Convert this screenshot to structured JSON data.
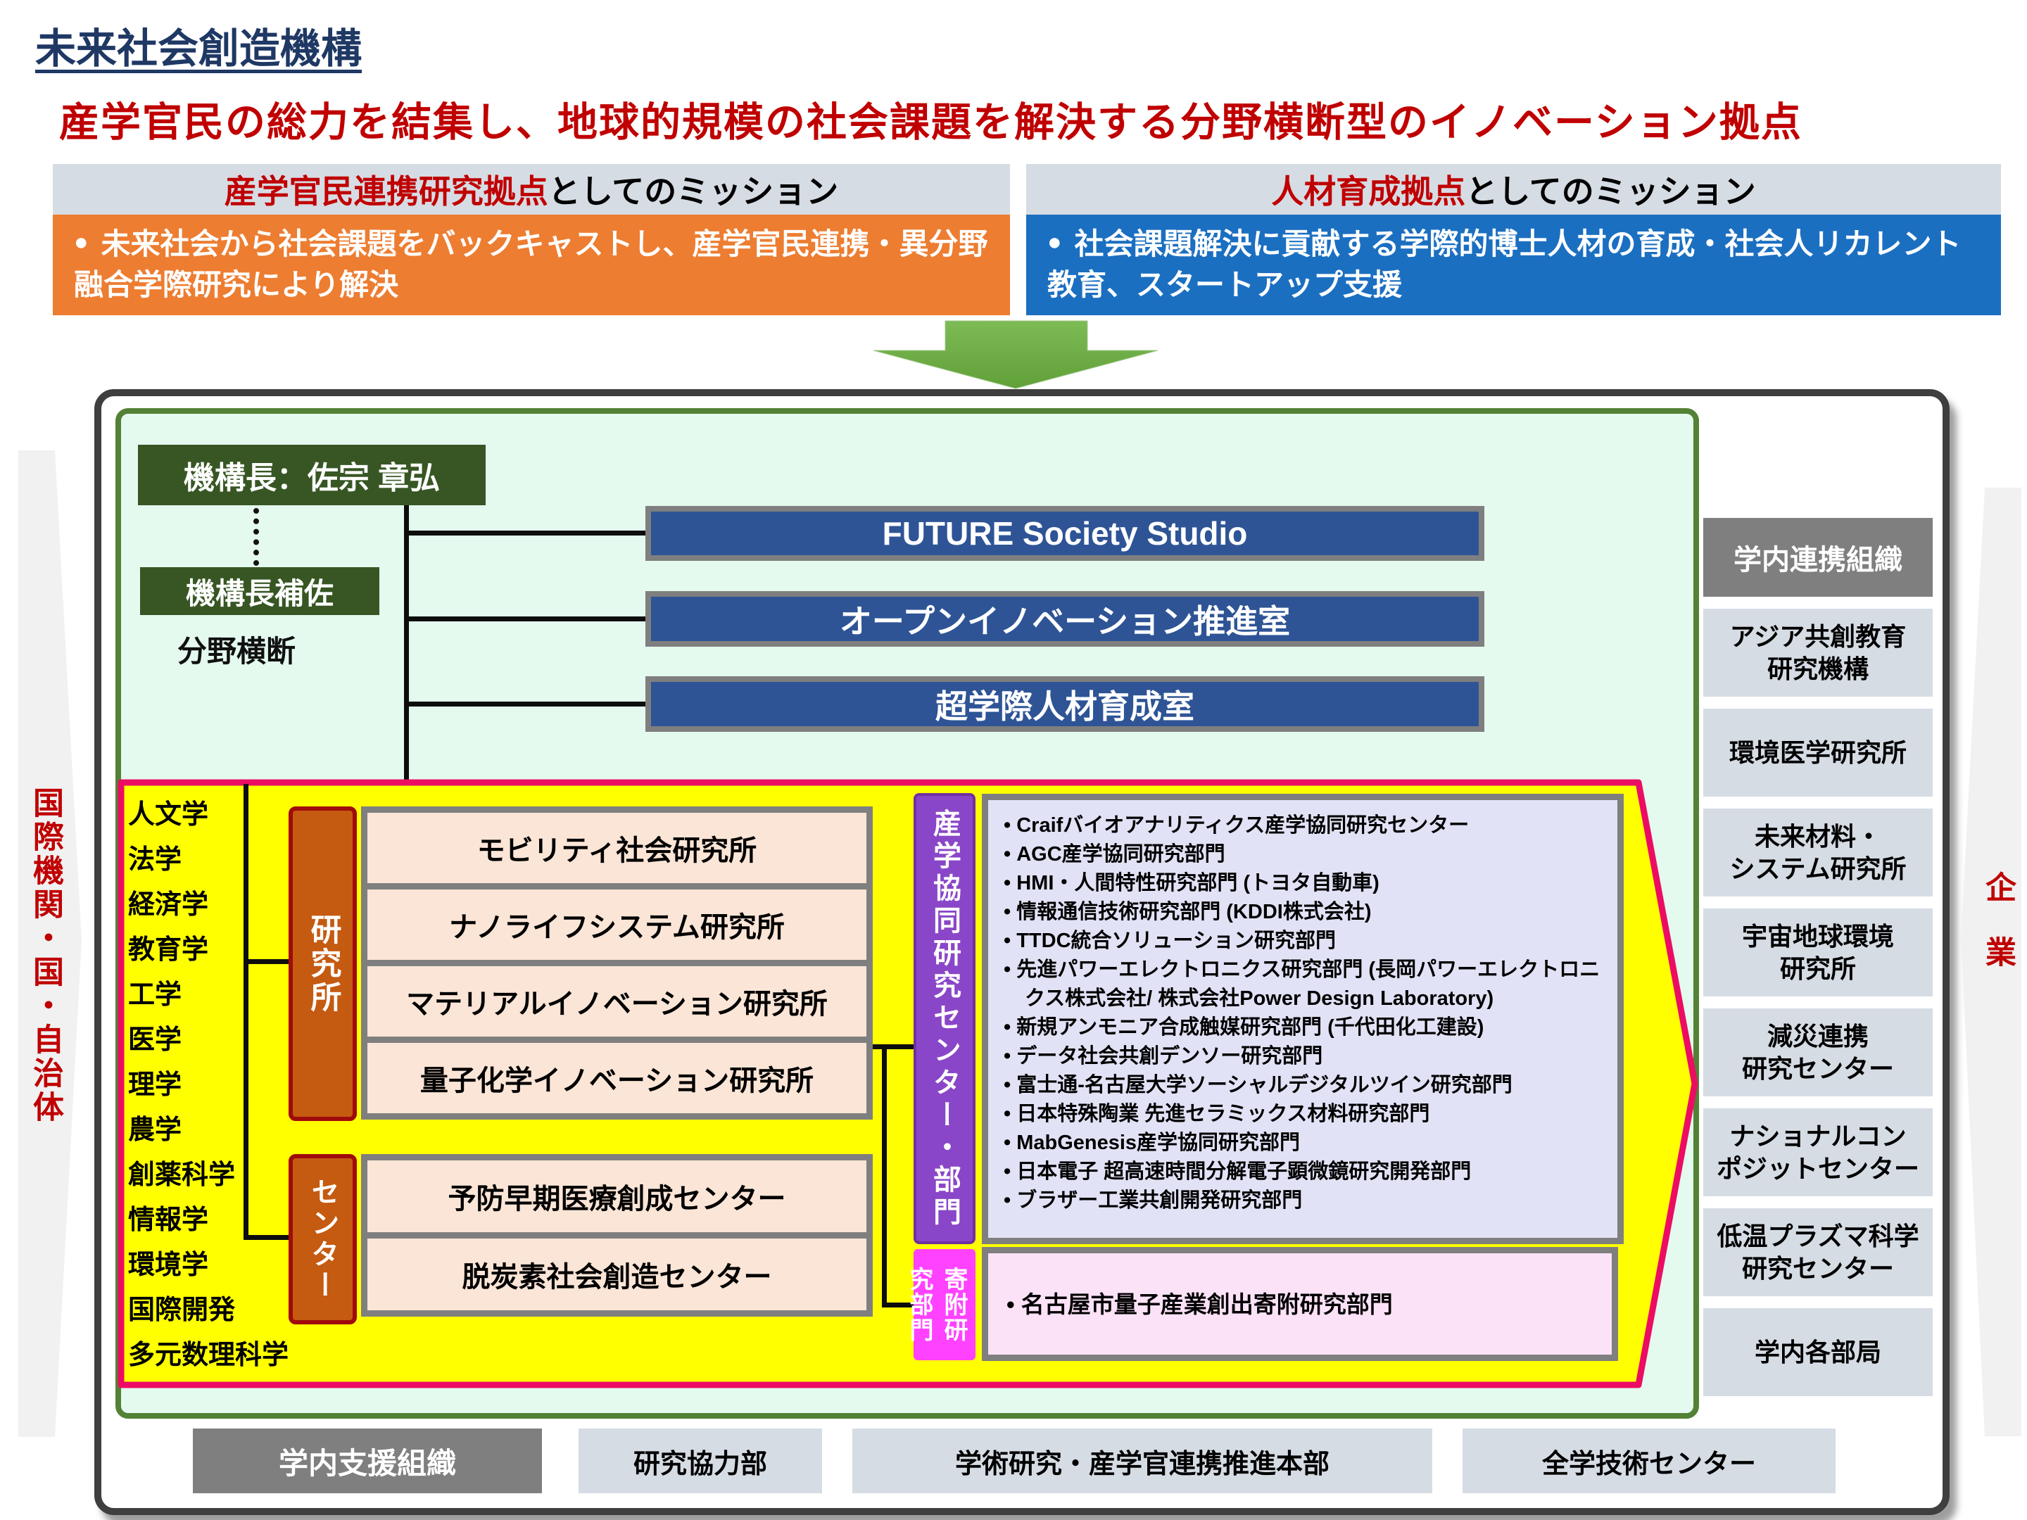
{
  "page": {
    "title": "未来社会創造機構",
    "subtitle": "産学官民の総力を結集し、地球的規模の社会課題を解決する分野横断型のイノベーション拠点"
  },
  "missions": {
    "research": {
      "header_highlight": "産学官民連携研究拠点",
      "header_rest": "としてのミッション",
      "bullet": "●",
      "body": "未来社会から社会課題をバックキャストし、産学官民連携・異分野融合学際研究により解決"
    },
    "talent": {
      "header_highlight": "人材育成拠点",
      "header_rest": "としてのミッション",
      "bullet": "●",
      "body": "社会課題解決に貢献する学際的博士人材の育成・社会人リカレント教育、スタートアップ支援"
    }
  },
  "org": {
    "director": "機構長：佐宗 章弘",
    "deputy": "機構長補佐",
    "cross_field": "分野横断",
    "offices": [
      "FUTURE Society Studio",
      "オープンイノベーション推進室",
      "超学際人材育成室"
    ],
    "disciplines": [
      "人文学",
      "法学",
      "経済学",
      "教育学",
      "工学",
      "医学",
      "理学",
      "農学",
      "創薬科学",
      "情報学",
      "環境学",
      "国際開発",
      "多元数理科学"
    ],
    "institutes_label": "研究所",
    "institutes": [
      "モビリティ社会研究所",
      "ナノライフシステム研究所",
      "マテリアルイノベーション研究所",
      "量子化学イノベーション研究所"
    ],
    "centers_label": "センター",
    "centers": [
      "予防早期医療創成センター",
      "脱炭素社会創造センター"
    ],
    "collab_label": "産学協同研究センター・部門",
    "collab_items": [
      "Craifバイオアナリティクス産学協同研究センター",
      "AGC産学協同研究部門",
      "HMI・人間特性研究部門 (トヨタ自動車)",
      "情報通信技術研究部門 (KDDI株式会社)",
      "TTDC統合ソリューション研究部門",
      "先進パワーエレクトロニクス研究部門 (長岡パワーエレクトロニクス株式会社/ 株式会社Power Design Laboratory)",
      "新規アンモニア合成触媒研究部門 (千代田化工建設)",
      "データ社会共創デンソー研究部門",
      "富士通-名古屋大学ソーシャルデジタルツイン研究部門",
      "日本特殊陶業 先進セラミックス材料研究部門",
      "MabGenesis産学協同研究部門",
      "日本電子 超高速時間分解電子顕微鏡研究開発部門",
      "ブラザー工業共創開発研究部門"
    ],
    "endowed_label": "寄附研究部門",
    "endowed_item": "名古屋市量子産業創出寄附研究部門"
  },
  "right_column": {
    "header": "学内連携組織",
    "items": [
      "アジア共創教育\n研究機構",
      "環境医学研究所",
      "未来材料・\nシステム研究所",
      "宇宙地球環境\n研究所",
      "減災連携\n研究センター",
      "ナショナルコン\nポジットセンター",
      "低温プラズマ科学\n研究センター",
      "学内各部局"
    ]
  },
  "bottom_row": {
    "header": "学内支援組織",
    "items": [
      "研究協力部",
      "学術研究・産学官連携推進本部",
      "全学技術センター"
    ]
  },
  "sides": {
    "left": "国際機関・国・自治体",
    "right": "企業"
  },
  "colors": {
    "title_navy": "#1F3864",
    "accent_red": "#C00000",
    "mission_header_gray": "#D6DCE4",
    "mission_orange": "#ED7D31",
    "mission_blue": "#1B6FC1",
    "down_arrow_green": "#70AD47",
    "outer_frame_gray": "#3F3F3F",
    "inner_frame_green": "#538135",
    "inner_fill_mint": "#E4FAEF",
    "director_green": "#375623",
    "office_navy": "#2E5496",
    "zone_yellow": "#FFFF00",
    "zone_border_magenta": "#EC0D63",
    "institute_rust": "#C55A11",
    "institute_border_red": "#A00B0B",
    "institute_fill_peach": "#FBE5D6",
    "collab_purple": "#8A46C8",
    "collab_fill_lavender": "#E2E2F6",
    "endowed_magenta": "#FF42FF",
    "endowed_fill_pink": "#FBE2F7",
    "box_gray": "#7F7F7F",
    "list_fill_slate": "#D6DCE4"
  }
}
